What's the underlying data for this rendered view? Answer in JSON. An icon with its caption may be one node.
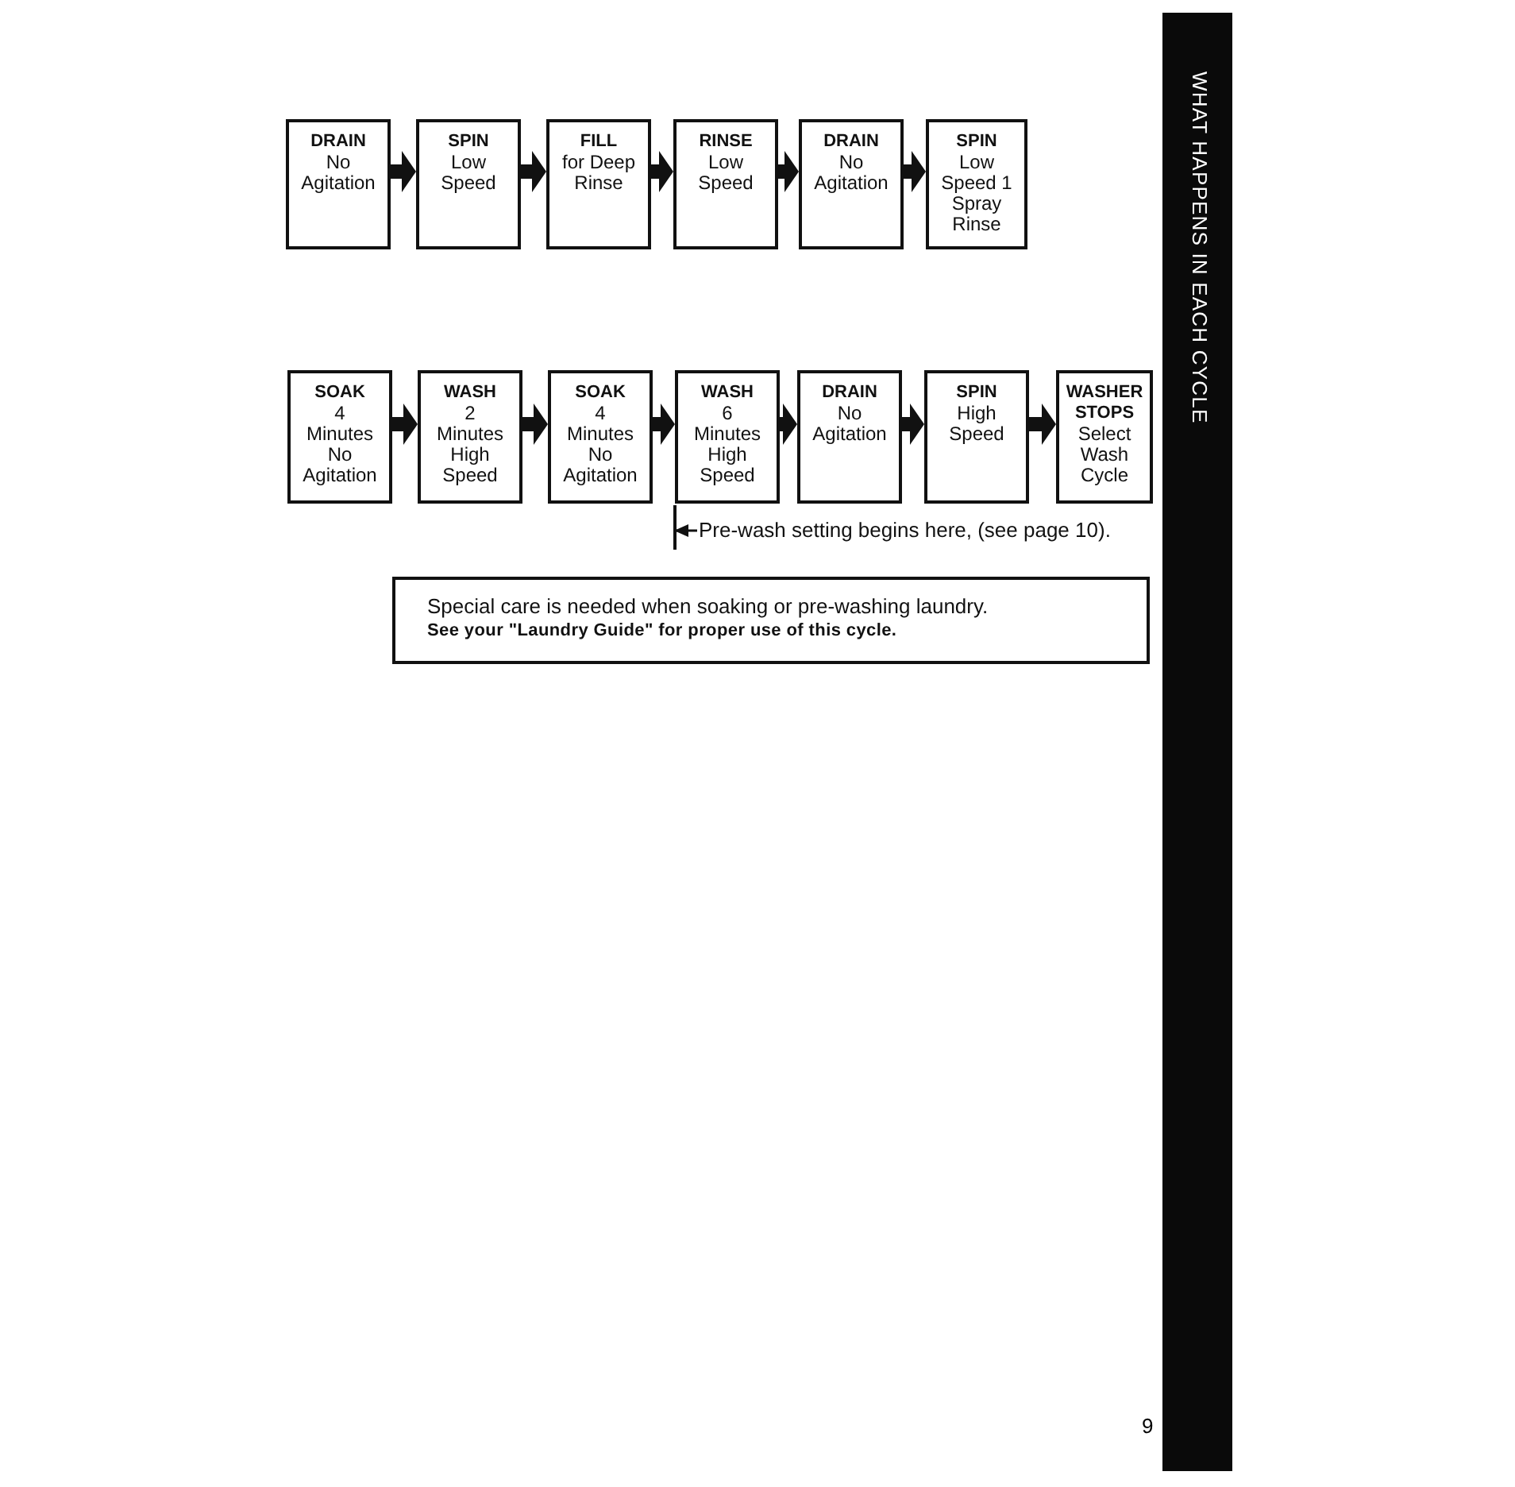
{
  "diagram": {
    "title": "WHAT HAPPENS IN EACH CYCLE",
    "nodes": [
      {
        "text": [
          "DRAIN",
          "No Agitation"
        ]
      },
      {
        "text": [
          "SPIN",
          "Low Speed"
        ]
      },
      {
        "text": [
          "FILL",
          "for Deep Rinse"
        ]
      },
      {
        "text": [
          "RINSE",
          "Low Speed"
        ]
      },
      {
        "text": [
          "DRAIN",
          "No Agitation"
        ]
      },
      {
        "text": [
          "SPIN",
          "Low Speed 1 Spray Rinse"
        ]
      },
      {
        "text": [
          "SOAK",
          "4 Minutes No Agitation"
        ]
      },
      {
        "text": [
          "WASH",
          "2 Minutes High Speed"
        ]
      },
      {
        "text": [
          "SOAK",
          "4 Minutes No Agitation"
        ]
      },
      {
        "text": [
          "WASH",
          "6 Minutes High Speed"
        ]
      },
      {
        "text": [
          "DRAIN",
          "No Agitation"
        ]
      },
      {
        "text": [
          "SPIN",
          "High Speed"
        ]
      },
      {
        "text": [
          "WASHER STOPS",
          "Select Wash Cycle"
        ]
      },
      {
        "text": [],
        "shape": "bar"
      },
      {
        "text": [
          "Pre-wash setting begins here, (see page 10)."
        ]
      },
      {
        "text": [
          "Special care is needed when soaking or pre-washing laundry.",
          "See your \"Laundry Guide\" for proper use of this cycle."
        ]
      }
    ],
    "edges": [
      {
        "from": 0,
        "to": 1,
        "arrow": "to"
      },
      {
        "from": 1,
        "to": 2,
        "arrow": "to"
      },
      {
        "from": 2,
        "to": 3,
        "arrow": "to"
      },
      {
        "from": 3,
        "to": 4,
        "arrow": "to"
      },
      {
        "from": 4,
        "to": 5,
        "arrow": "to"
      },
      {
        "from": 6,
        "to": 7,
        "arrow": "to"
      },
      {
        "from": 7,
        "to": 8,
        "arrow": "to"
      },
      {
        "from": 8,
        "to": 9,
        "arrow": "to"
      },
      {
        "from": 9,
        "to": 10,
        "arrow": "to"
      },
      {
        "from": 10,
        "to": 11,
        "arrow": "to"
      },
      {
        "from": 11,
        "to": 12,
        "arrow": "to"
      },
      {
        "from": 14,
        "to": 13,
        "arrow": "to"
      }
    ],
    "labels": [
      "9"
    ]
  }
}
